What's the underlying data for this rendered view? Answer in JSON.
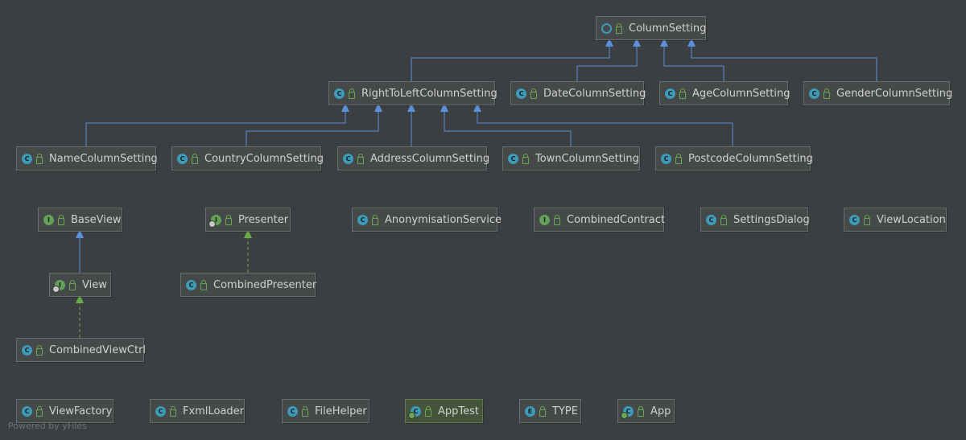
{
  "colors": {
    "extends": "#5b8fd9",
    "implements": "#6aa84f",
    "class": "#3d9bb7",
    "interface": "#62a15a"
  },
  "nodes": {
    "column_setting": {
      "label": "ColumnSetting",
      "kind": "abstract-class"
    },
    "rtl_setting": {
      "label": "RightToLeftColumnSetting",
      "kind": "class"
    },
    "date_setting": {
      "label": "DateColumnSetting",
      "kind": "class"
    },
    "age_setting": {
      "label": "AgeColumnSetting",
      "kind": "class"
    },
    "gender_setting": {
      "label": "GenderColumnSetting",
      "kind": "class"
    },
    "name_setting": {
      "label": "NameColumnSetting",
      "kind": "class"
    },
    "country_setting": {
      "label": "CountryColumnSetting",
      "kind": "class"
    },
    "address_setting": {
      "label": "AddressColumnSetting",
      "kind": "class"
    },
    "town_setting": {
      "label": "TownColumnSetting",
      "kind": "class"
    },
    "postcode_setting": {
      "label": "PostcodeColumnSetting",
      "kind": "class"
    },
    "base_view": {
      "label": "BaseView",
      "kind": "interface"
    },
    "presenter": {
      "label": "Presenter",
      "kind": "interface"
    },
    "anonymisation_service": {
      "label": "AnonymisationService",
      "kind": "class"
    },
    "combined_contract": {
      "label": "CombinedContract",
      "kind": "interface"
    },
    "settings_dialog": {
      "label": "SettingsDialog",
      "kind": "class"
    },
    "view_location": {
      "label": "ViewLocation",
      "kind": "class"
    },
    "view": {
      "label": "View",
      "kind": "interface"
    },
    "combined_presenter": {
      "label": "CombinedPresenter",
      "kind": "class"
    },
    "combined_view_ctrl": {
      "label": "CombinedViewCtrl",
      "kind": "class"
    },
    "view_factory": {
      "label": "ViewFactory",
      "kind": "class"
    },
    "fxml_loader": {
      "label": "FxmlLoader",
      "kind": "class"
    },
    "file_helper": {
      "label": "FileHelper",
      "kind": "class"
    },
    "app_test": {
      "label": "AppTest",
      "kind": "test-class"
    },
    "type_enum": {
      "label": "TYPE",
      "kind": "enum"
    },
    "app": {
      "label": "App",
      "kind": "main-class"
    }
  },
  "edges": [
    {
      "from": "rtl_setting",
      "to": "column_setting",
      "type": "extends"
    },
    {
      "from": "date_setting",
      "to": "column_setting",
      "type": "extends"
    },
    {
      "from": "age_setting",
      "to": "column_setting",
      "type": "extends"
    },
    {
      "from": "gender_setting",
      "to": "column_setting",
      "type": "extends"
    },
    {
      "from": "name_setting",
      "to": "rtl_setting",
      "type": "extends"
    },
    {
      "from": "country_setting",
      "to": "rtl_setting",
      "type": "extends"
    },
    {
      "from": "address_setting",
      "to": "rtl_setting",
      "type": "extends"
    },
    {
      "from": "town_setting",
      "to": "rtl_setting",
      "type": "extends"
    },
    {
      "from": "postcode_setting",
      "to": "rtl_setting",
      "type": "extends"
    },
    {
      "from": "view",
      "to": "base_view",
      "type": "extends"
    },
    {
      "from": "combined_presenter",
      "to": "presenter",
      "type": "implements"
    },
    {
      "from": "combined_view_ctrl",
      "to": "view",
      "type": "implements"
    }
  ],
  "footer": "Powered by yFiles"
}
